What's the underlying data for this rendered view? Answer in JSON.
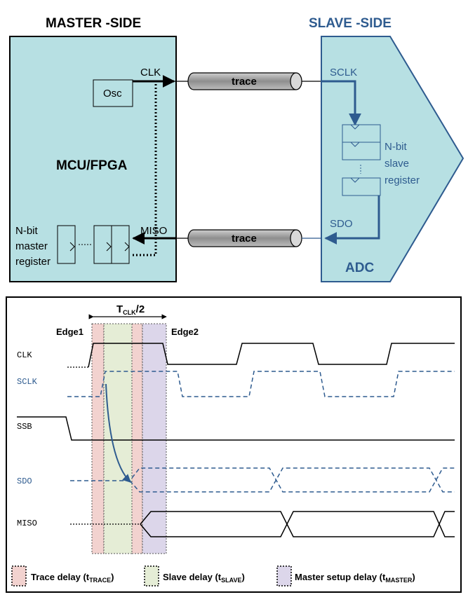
{
  "colors": {
    "box_fill": "#b7e0e3",
    "slave_blue": "#2e5b8f",
    "trace_fill": "#9a9a9a",
    "trace_band": "#f2d2cf",
    "slave_band": "#e5edd6",
    "master_band": "#dcd6ea"
  },
  "block_diagram": {
    "master_side_title": "MASTER -SIDE",
    "slave_side_title": "SLAVE -SIDE",
    "mcu_label": "MCU/FPGA",
    "osc_label": "Osc",
    "clk_label": "CLK",
    "miso_label": "MISO",
    "master_reg_line1": "N-bit",
    "master_reg_line2": "master",
    "master_reg_line3": "register",
    "trace_top_label": "trace",
    "trace_bottom_label": "trace",
    "sclk_label": "SCLK",
    "sdo_label": "SDO",
    "slave_reg_line1": "N-bit",
    "slave_reg_line2": "slave",
    "slave_reg_line3": "register",
    "adc_label": "ADC"
  },
  "timing": {
    "tclk_main": "T",
    "tclk_sub": "CLK",
    "tclk_tail": "/2",
    "edge1": "Edge1",
    "edge2": "Edge2",
    "signals": [
      "CLK",
      "SCLK",
      "SSB",
      "SDO",
      "MISO"
    ],
    "legend": [
      {
        "main": "Trace delay (t",
        "sub": "TRACE",
        "tail": ")"
      },
      {
        "main": "Slave delay (t",
        "sub": "SLAVE",
        "tail": ")"
      },
      {
        "main": "Master setup delay (t",
        "sub": "MASTER",
        "tail": ")"
      }
    ]
  }
}
